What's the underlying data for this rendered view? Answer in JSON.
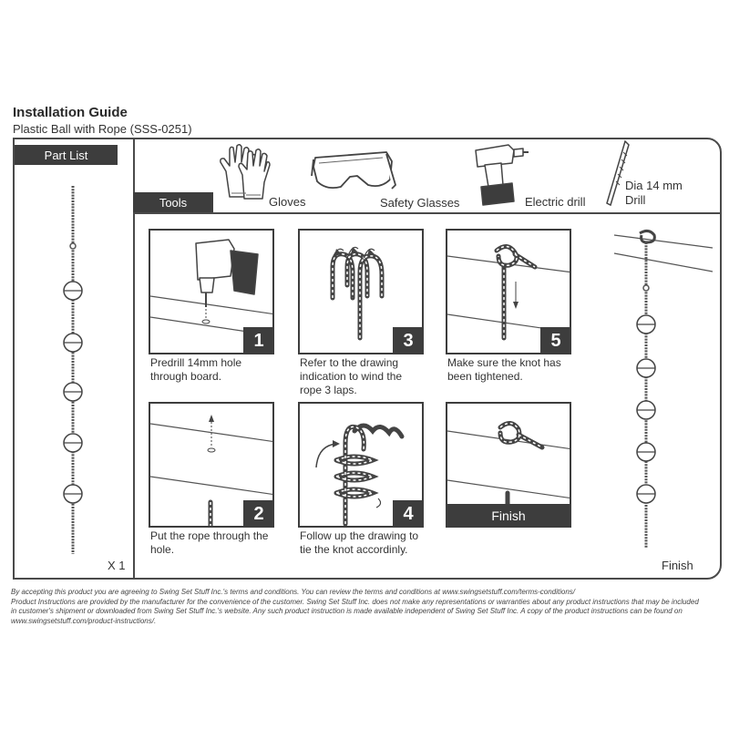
{
  "header": {
    "title": "Installation Guide",
    "subtitle": "Plastic Ball with Rope (SSS-0251)"
  },
  "part_list": {
    "label": "Part List",
    "quantity": "X 1"
  },
  "tools": {
    "label": "Tools",
    "items": [
      {
        "label": "Gloves",
        "icon": "gloves-icon"
      },
      {
        "label": "Safety Glasses",
        "icon": "safety-glasses-icon"
      },
      {
        "label": "Electric drill",
        "icon": "electric-drill-icon"
      },
      {
        "label_line1": "Dia 14 mm",
        "label_line2": "Drill",
        "icon": "drill-bit-icon"
      }
    ]
  },
  "steps": [
    {
      "number": "1",
      "text_lines": [
        "Predrill 14mm hole",
        "through board."
      ]
    },
    {
      "number": "2",
      "text_lines": [
        "Put the rope through the",
        "hole."
      ]
    },
    {
      "number": "3",
      "text_lines": [
        "Refer to the drawing",
        "indication to wind the",
        "rope 3 laps."
      ]
    },
    {
      "number": "4",
      "text_lines": [
        "Follow up the drawing to",
        "tie the knot accordinly."
      ]
    },
    {
      "number": "5",
      "text_lines": [
        "Make sure the knot has",
        "been tightened."
      ]
    }
  ],
  "finish_panel": {
    "label": "Finish"
  },
  "finish_label": "Finish",
  "disclaimer": {
    "line1": "By accepting this product you are agreeing to Swing Set Stuff Inc.'s terms and conditions. You can review the terms and conditions at www.swingsetstuff.com/terms-conditions/",
    "line2": "Product Instructions are provided by the manufacturer for the convenience of the customer. Swing Set Stuff Inc. does not make any representations or warranties about any product instructions that may be included",
    "line3": "in customer's shipment or downloaded from Swing Set Stuff Inc.'s website. Any such product instruction is made available independent of Swing Set Stuff Inc.  A copy of the product instructions can be found on",
    "line4": "www.swingsetstuff.com/product-instructions/."
  },
  "colors": {
    "dark": "#3d3d3d",
    "border": "#4a4a4a",
    "text": "#333333",
    "background": "#ffffff"
  }
}
